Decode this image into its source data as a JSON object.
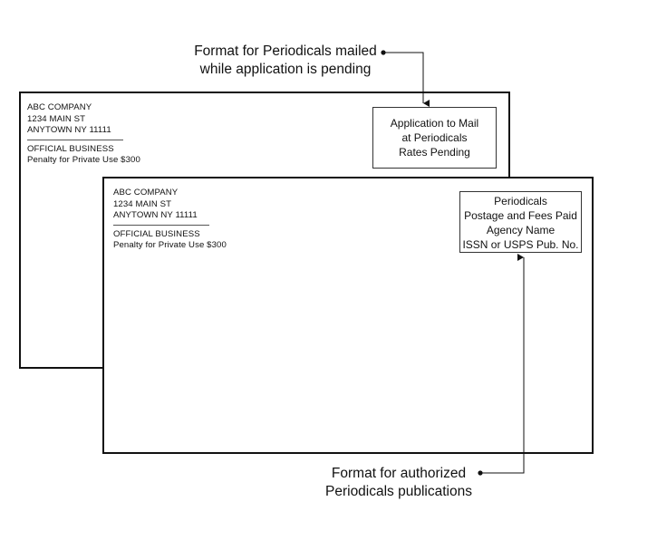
{
  "return_address": {
    "company": "ABC COMPANY",
    "street": "1234 MAIN ST",
    "city_state_zip": "ANYTOWN NY 11111",
    "official": "OFFICIAL BUSINESS",
    "penalty": "Penalty for Private Use $300"
  },
  "pending_indicia": {
    "line1": "Application to Mail",
    "line2": "at Periodicals",
    "line3": "Rates Pending"
  },
  "authorized_indicia": {
    "line1": "Periodicals",
    "line2": "Postage and Fees Paid",
    "line3": "Agency Name",
    "line4": "ISSN or USPS Pub. No."
  },
  "captions": {
    "pending_line1": "Format for Periodicals mailed",
    "pending_line2": "while application is pending",
    "authorized_line1": "Format for authorized",
    "authorized_line2": "Periodicals publications"
  }
}
